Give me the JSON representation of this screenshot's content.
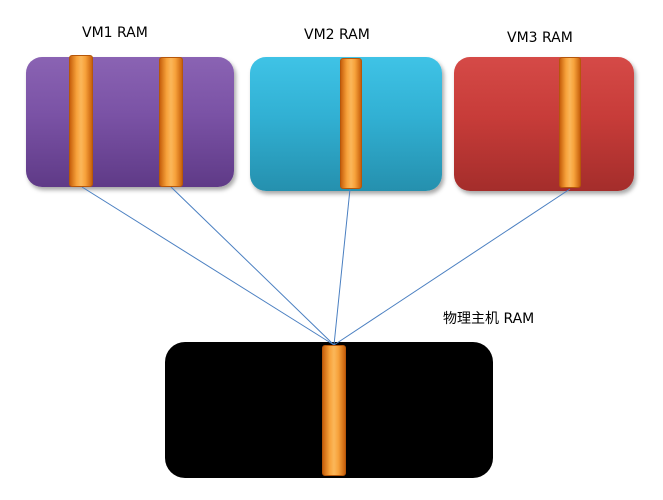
{
  "vm_nodes": [
    {
      "label": "VM1 RAM",
      "color": "#7a52a5"
    },
    {
      "label": "VM2 RAM",
      "color": "#31b0d3"
    },
    {
      "label": "VM3 RAM",
      "color": "#c73c39"
    }
  ],
  "host_node": {
    "label": "物理主机 RAM",
    "color": "#000000"
  },
  "strip_color": "#f7a23b",
  "connector_color": "#4a7fc1"
}
